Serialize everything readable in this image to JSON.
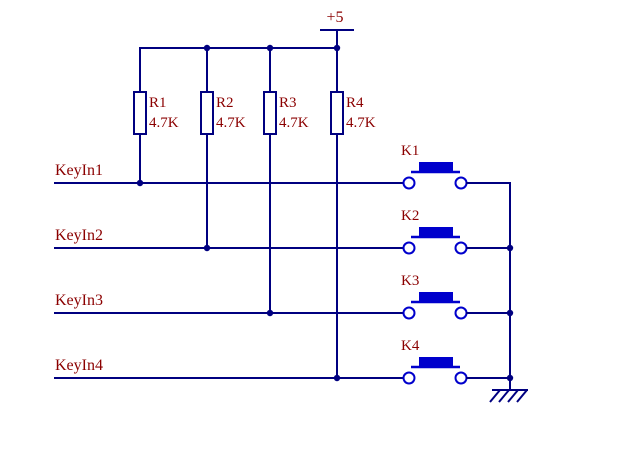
{
  "schematic": {
    "power": {
      "label": "+5"
    },
    "resistors": [
      {
        "ref": "R1",
        "value": "4.7K"
      },
      {
        "ref": "R2",
        "value": "4.7K"
      },
      {
        "ref": "R3",
        "value": "4.7K"
      },
      {
        "ref": "R4",
        "value": "4.7K"
      }
    ],
    "inputs": [
      {
        "label": "KeyIn1"
      },
      {
        "label": "KeyIn2"
      },
      {
        "label": "KeyIn3"
      },
      {
        "label": "KeyIn4"
      }
    ],
    "buttons": [
      {
        "ref": "K1"
      },
      {
        "ref": "K2"
      },
      {
        "ref": "K3"
      },
      {
        "ref": "K4"
      }
    ],
    "colors": {
      "wire": "#000080",
      "label": "#8B0000",
      "button": "#0000CC"
    }
  }
}
